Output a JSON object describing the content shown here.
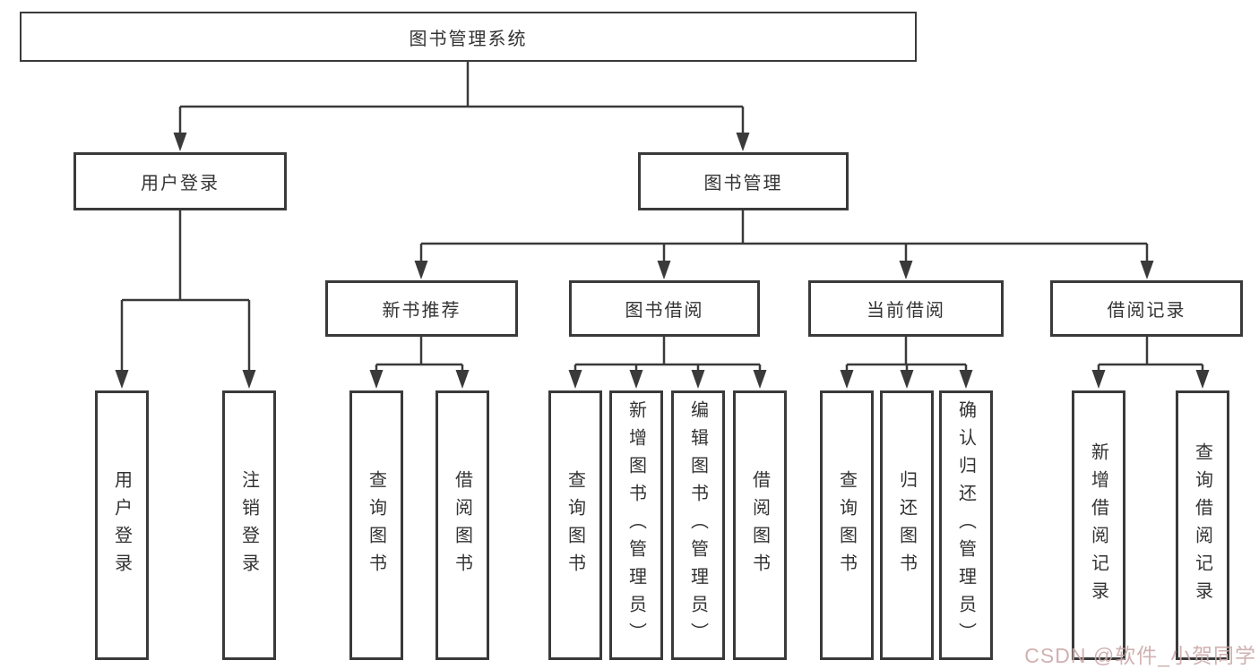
{
  "diagram": {
    "root": {
      "label": "图书管理系统"
    },
    "level2": [
      {
        "label": "用户登录"
      },
      {
        "label": "图书管理"
      }
    ],
    "level3": [
      {
        "label": "新书推荐",
        "parent": "图书管理"
      },
      {
        "label": "图书借阅",
        "parent": "图书管理"
      },
      {
        "label": "当前借阅",
        "parent": "图书管理"
      },
      {
        "label": "借阅记录",
        "parent": "图书管理"
      }
    ],
    "leaves": [
      {
        "label": "用户登录",
        "parent": "用户登录"
      },
      {
        "label": "注销登录",
        "parent": "用户登录"
      },
      {
        "label": "查询图书",
        "parent": "新书推荐"
      },
      {
        "label": "借阅图书",
        "parent": "新书推荐"
      },
      {
        "label": "查询图书",
        "parent": "图书借阅"
      },
      {
        "label": "新增图书（管理员）",
        "parent": "图书借阅"
      },
      {
        "label": "编辑图书（管理员）",
        "parent": "图书借阅"
      },
      {
        "label": "借阅图书",
        "parent": "图书借阅"
      },
      {
        "label": "查询图书",
        "parent": "当前借阅"
      },
      {
        "label": "归还图书",
        "parent": "当前借阅"
      },
      {
        "label": "确认归还（管理员）",
        "parent": "当前借阅"
      },
      {
        "label": "新增借阅记录",
        "parent": "借阅记录"
      },
      {
        "label": "查询借阅记录",
        "parent": "借阅记录"
      }
    ]
  },
  "colors": {
    "line": "#3a3a3a",
    "box_border": "#3a3a3a",
    "box_fill": "#ffffff",
    "text": "#333333",
    "watermark": "#cba9a9",
    "bg": "#ffffff"
  },
  "watermark": {
    "text": "CSDN @软件_小贺同学"
  }
}
